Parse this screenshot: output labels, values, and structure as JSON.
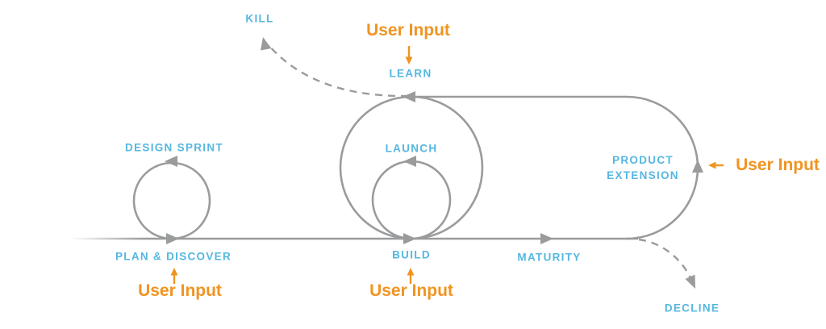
{
  "diagram": {
    "colors": {
      "blue": "#55b7e0",
      "orange": "#f09422",
      "gray": "#9a9b9d",
      "background": "#ffffff"
    },
    "labels": {
      "kill": "KILL",
      "learn": "LEARN",
      "design_sprint": "DESIGN SPRINT",
      "launch": "LAUNCH",
      "product": "PRODUCT",
      "extension": "EXTENSION",
      "plan_discover": "PLAN & DISCOVER",
      "build": "BUILD",
      "maturity": "MATURITY",
      "decline": "DECLINE"
    },
    "user_input": {
      "top": "User Input",
      "left": "User Input",
      "center": "User Input",
      "right": "User Input"
    }
  }
}
